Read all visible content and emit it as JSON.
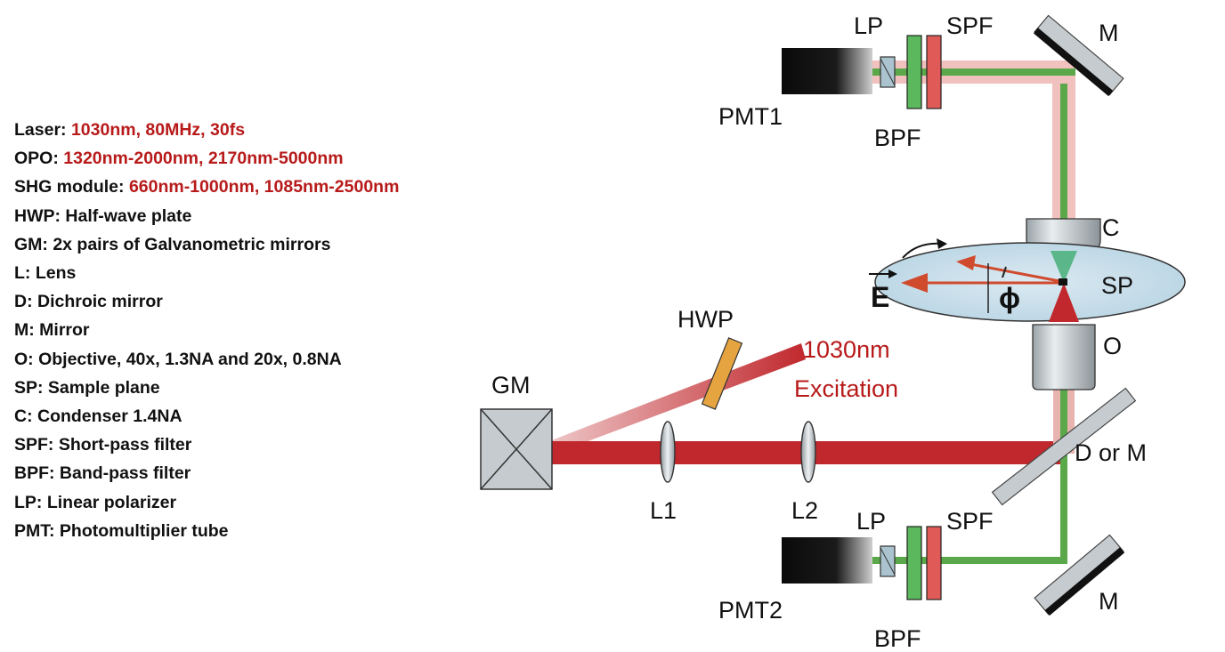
{
  "legend": {
    "laser": {
      "key": "Laser:",
      "value": "1030nm, 80MHz, 30fs"
    },
    "opo": {
      "key": "OPO:",
      "value": "1320nm-2000nm, 2170nm-5000nm"
    },
    "shg": {
      "key": "SHG module:",
      "value": "660nm-1000nm, 1085nm-2500nm"
    },
    "items": [
      "HWP: Half-wave plate",
      "GM: 2x pairs of Galvanometric mirrors",
      "L: Lens",
      "D: Dichroic mirror",
      "M: Mirror",
      "O: Objective, 40x, 1.3NA and 20x, 0.8NA",
      "SP: Sample plane",
      "C: Condenser 1.4NA",
      "SPF: Short-pass filter",
      "BPF: Band-pass filter",
      "LP: Linear polarizer",
      "PMT: Photomultiplier tube"
    ]
  },
  "diagram": {
    "labels": {
      "lp_top": "LP",
      "spf_top": "SPF",
      "m_top": "M",
      "pmt1": "PMT1",
      "bpf_top": "BPF",
      "c": "C",
      "e_field": "E",
      "phi": "ϕ",
      "sp": "SP",
      "o": "O",
      "hwp": "HWP",
      "gm": "GM",
      "excitation_wavelength": "1030nm",
      "excitation": "Excitation",
      "d_or_m": "D or M",
      "l1": "L1",
      "l2": "L2",
      "lp_bottom": "LP",
      "spf_bottom": "SPF",
      "pmt2": "PMT2",
      "m_bottom": "M",
      "bpf_bottom": "BPF"
    },
    "colors": {
      "excitation_beam": "#c0282d",
      "signal_beam": "#5aa84a",
      "sample_plane": "#c9e1ee",
      "text_highlight": "#b81a1a"
    }
  }
}
